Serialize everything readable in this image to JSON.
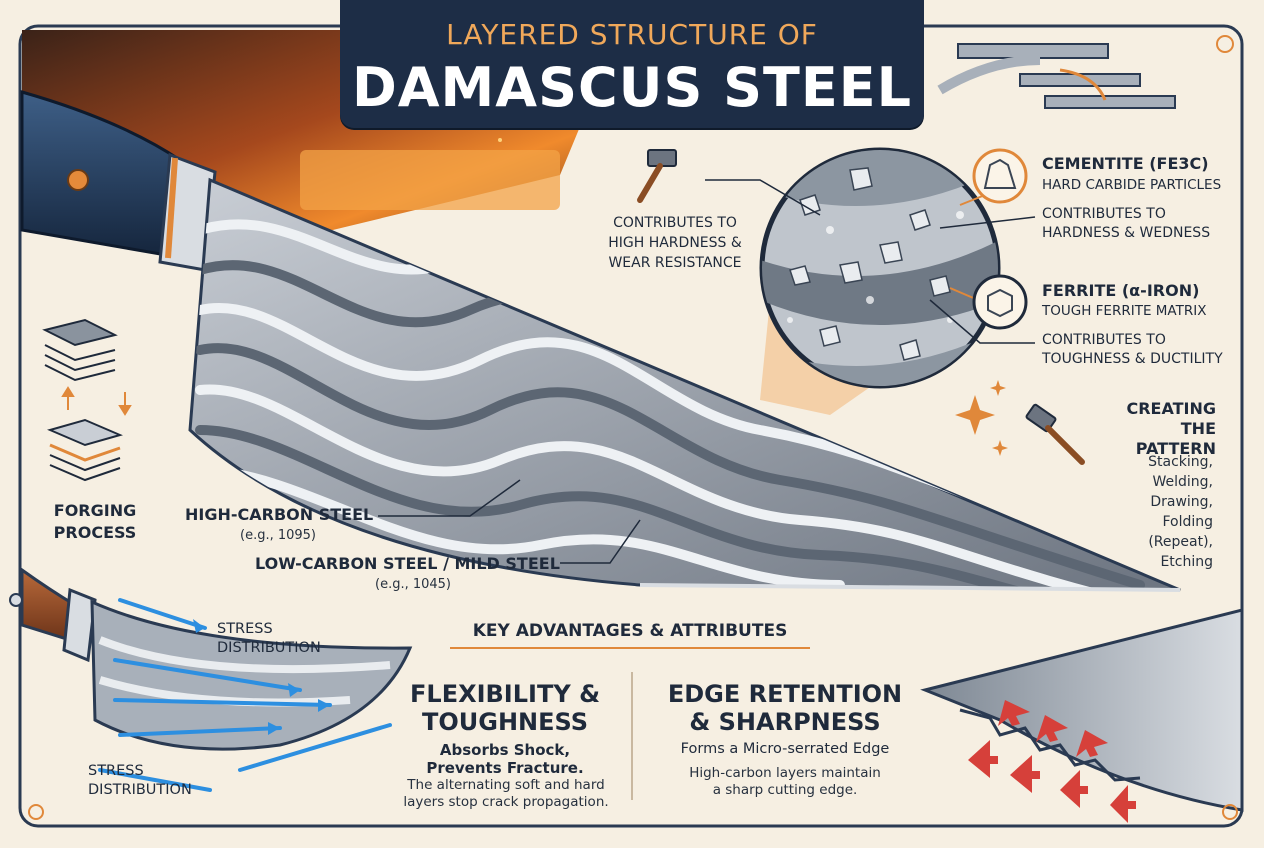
{
  "header": {
    "subtitle": "LAYERED STRUCTURE OF",
    "title": "DAMASCUS STEEL"
  },
  "microstructure": {
    "hardness_note": "CONTRIBUTES TO\nHIGH HARDNESS &\nWEAR RESISTANCE",
    "cementite": {
      "title": "CEMENTITE (FE3C)",
      "desc": "HARD CARBIDE PARTICLES",
      "contribution": "CONTRIBUTES TO\nHARDNESS & WEDNESS"
    },
    "ferrite": {
      "title": "FERRITE (α-IRON)",
      "desc": "TOUGH FERRITE MATRIX",
      "contribution": "CONTRIBUTES TO\nTOUGHNESS & DUCTILITY"
    }
  },
  "pattern": {
    "title": "CREATING\nTHE PATTERN",
    "steps": [
      "Stacking,",
      "Welding,",
      "Drawing,",
      "Folding",
      "(Repeat),",
      "Etching"
    ]
  },
  "forging": {
    "label": "FORGING\nPROCESS"
  },
  "blade_labels": {
    "high_carbon": "HIGH-CARBON STEEL",
    "high_carbon_example": "(e.g., 1095)",
    "low_carbon": "LOW-CARBON STEEL / MILD STEEL",
    "low_carbon_example": "(e.g., 1045)"
  },
  "stress": {
    "top": "STRESS\nDISTRIBUTION",
    "bottom": "STRESS\nDISTRIBUTION"
  },
  "advantages": {
    "heading": "KEY ADVANTAGES & ATTRIBUTES",
    "flexibility": {
      "title": "FLEXIBILITY &\nTOUGHNESS",
      "subtitle": "Absorbs Shock,\nPrevents Fracture.",
      "desc": "The alternating  soft and hard\nlayers stop crack propagation."
    },
    "edge": {
      "title": "EDGE RETENTION\n& SHARPNESS",
      "subtitle": "Forms a Micro-serrated Edge",
      "desc": "High-carbon layers maintain\na sharp cutting edge."
    }
  },
  "colors": {
    "navy": "#1d2d46",
    "accent_orange": "#e0883a",
    "background": "#f6efe2",
    "blade_grey": "#8a939e",
    "arrow_blue": "#2d8fe0",
    "arrow_red": "#d6403a"
  }
}
